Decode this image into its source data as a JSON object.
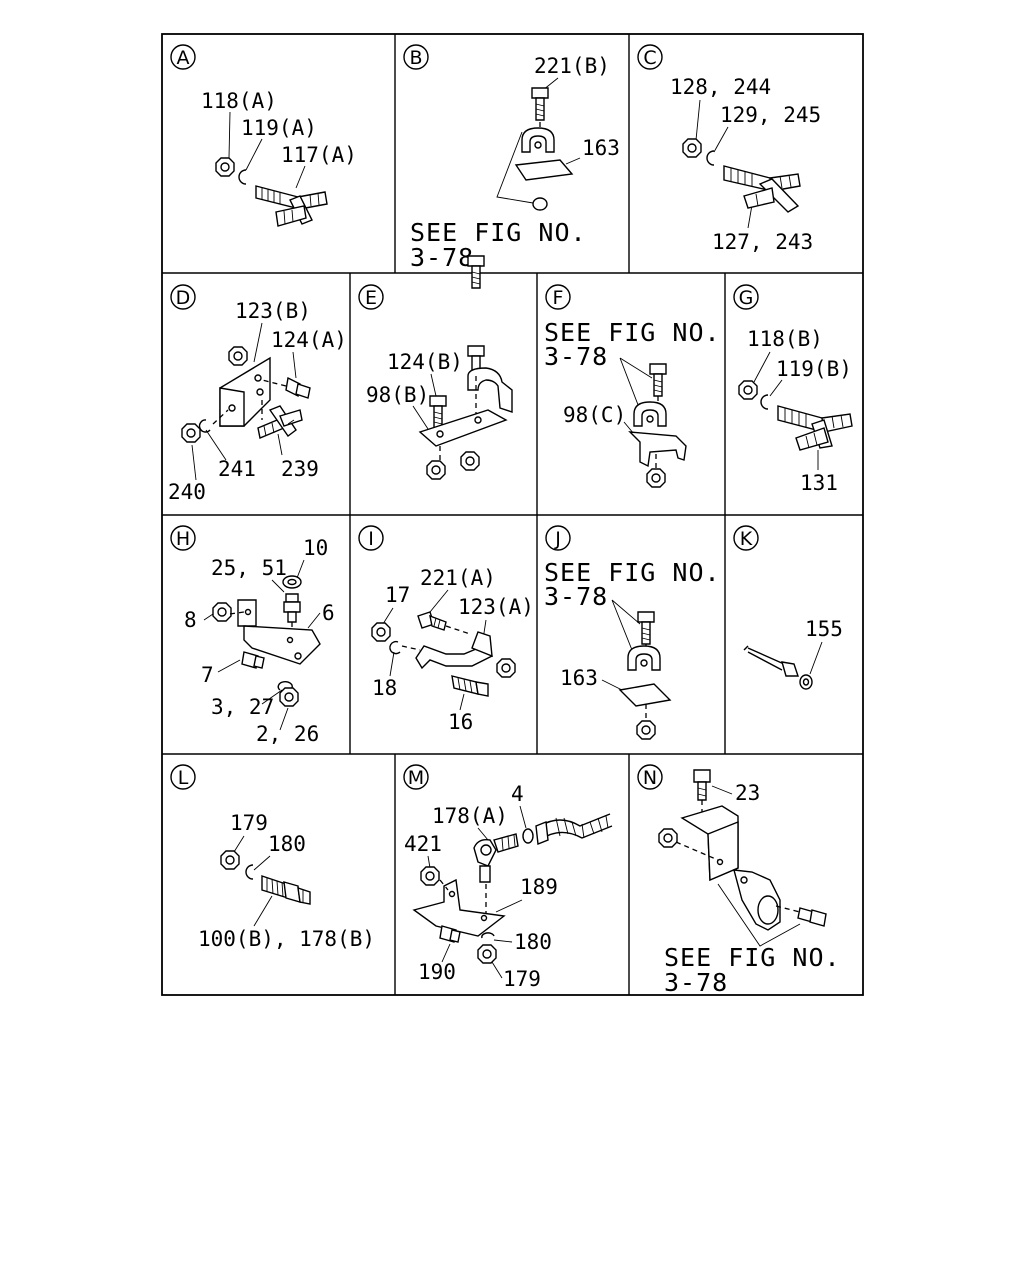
{
  "panels": [
    {
      "id": "A",
      "letter": "A",
      "labels": [
        "118(A)",
        "119(A)",
        "117(A)"
      ]
    },
    {
      "id": "B",
      "letter": "B",
      "labels": [
        "221(B)",
        "163"
      ],
      "see_fig": [
        "SEE FIG NO.",
        "3-78"
      ]
    },
    {
      "id": "C",
      "letter": "C",
      "labels": [
        "128, 244",
        "129, 245",
        "127, 243"
      ]
    },
    {
      "id": "D",
      "letter": "D",
      "labels": [
        "123(B)",
        "124(A)",
        "240",
        "241",
        "239"
      ]
    },
    {
      "id": "E",
      "letter": "E",
      "labels": [
        "124(B)",
        "98(B)"
      ]
    },
    {
      "id": "F",
      "letter": "F",
      "labels": [
        "98(C)"
      ],
      "see_fig": [
        "SEE FIG NO.",
        "3-78"
      ]
    },
    {
      "id": "G",
      "letter": "G",
      "labels": [
        "118(B)",
        "119(B)",
        "131"
      ]
    },
    {
      "id": "H",
      "letter": "H",
      "labels": [
        "10",
        "25, 51",
        "8",
        "6",
        "7",
        "3, 27",
        "2, 26"
      ]
    },
    {
      "id": "I",
      "letter": "I",
      "labels": [
        "17",
        "221(A)",
        "123(A)",
        "18",
        "16"
      ]
    },
    {
      "id": "J",
      "letter": "J",
      "labels": [
        "163"
      ],
      "see_fig": [
        "SEE FIG NO.",
        "3-78"
      ]
    },
    {
      "id": "K",
      "letter": "K",
      "labels": [
        "155"
      ]
    },
    {
      "id": "L",
      "letter": "L",
      "labels": [
        "179",
        "180",
        "100(B), 178(B)"
      ]
    },
    {
      "id": "M",
      "letter": "M",
      "labels": [
        "4",
        "178(A)",
        "421",
        "189",
        "180",
        "190",
        "179"
      ]
    },
    {
      "id": "N",
      "letter": "N",
      "labels": [
        "23"
      ],
      "see_fig": [
        "SEE FIG NO.",
        "3-78"
      ]
    }
  ]
}
